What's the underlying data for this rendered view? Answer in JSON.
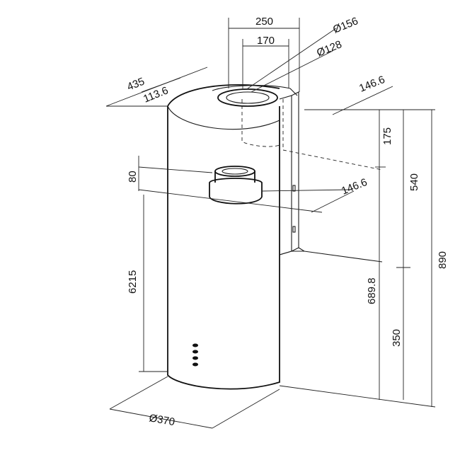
{
  "dimensions": {
    "width_250": "250",
    "width_170": "170",
    "diam_156": "Ø156",
    "diam_128": "Ø128",
    "depth_435": "435",
    "depth_113_6": "113.6",
    "right_146_6": "146.6",
    "outlet_146_6": "146.6",
    "h_175": "175",
    "h_540": "540",
    "h_890": "890",
    "h_80": "80",
    "h_6215": "6215",
    "h_689_8": "689.8",
    "h_350": "350",
    "base_diam_370": "Ø370"
  },
  "colors": {
    "line": "#1a1a1a",
    "background": "#ffffff"
  }
}
